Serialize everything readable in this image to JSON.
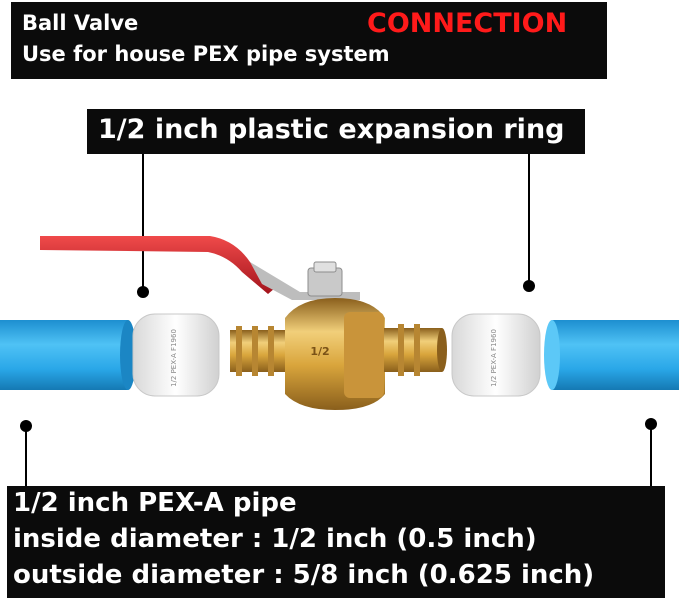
{
  "header": {
    "title": "Ball Valve",
    "subtitle": "Use for house PEX pipe system",
    "tag": "CONNECTION"
  },
  "ring_label": "1/2 inch plastic expansion ring",
  "pipe_info": {
    "line1": "1/2 inch PEX-A pipe",
    "line2": "inside diameter : 1/2 inch (0.5 inch)",
    "line3": "outside diameter : 5/8 inch (0.625 inch)"
  },
  "product_markings": {
    "valve_size": "1/2",
    "ring_text": "1/2 PEX-A F1960"
  },
  "colors": {
    "pipe": "#2aa7e8",
    "brass": "#d9a53c",
    "handle": "#d8202a",
    "ring": "#f2f2f2",
    "callout_bg": "#0b0b0b",
    "accent_text": "#ff1a1a"
  }
}
